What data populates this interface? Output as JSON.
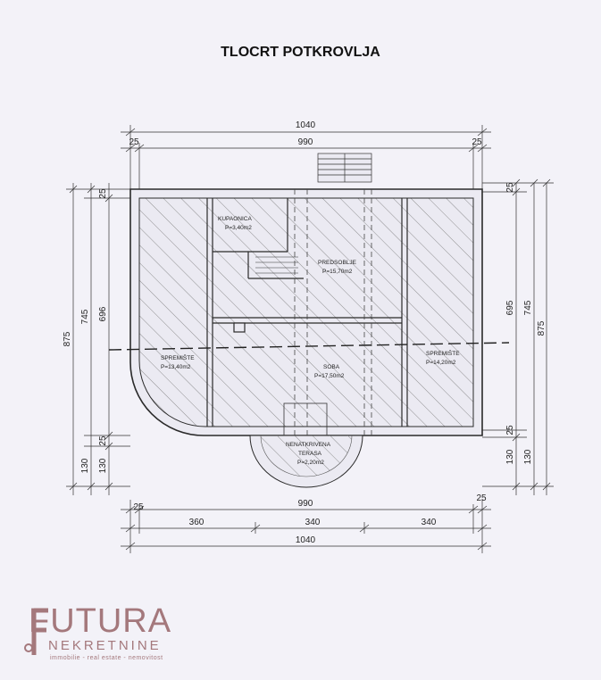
{
  "title": "TLOCRT POTKROVLJA",
  "dimensions": {
    "top_total": "1040",
    "top_inner": "990",
    "top_left_25": "25",
    "top_right_25": "25",
    "left_875": "875",
    "left_745": "745",
    "left_696": "696",
    "left_25_top": "25",
    "left_25_bottom": "25",
    "left_130_a": "130",
    "left_130_b": "130",
    "right_875": "875",
    "right_745": "745",
    "right_695": "695",
    "right_25_top": "25",
    "right_25_bottom": "25",
    "right_130_a": "130",
    "right_130_b": "130",
    "bottom_990": "990",
    "bottom_left_25": "25",
    "bottom_right_25": "25",
    "bottom_360": "360",
    "bottom_340_a": "340",
    "bottom_340_b": "340",
    "bottom_total": "1040"
  },
  "rooms": {
    "kupaonica_name": "KUPAONICA",
    "kupaonica_area": "P=3,40m2",
    "predsoblje_name": "PREDSOBLJE",
    "predsoblje_area": "P=15,70m2",
    "spremiste_left_name": "SPREMIŠTE",
    "spremiste_left_area": "P=13,40m2",
    "soba_name": "SOBA",
    "soba_area": "P=17,50m2",
    "spremiste_right_name": "SPREMIŠTE",
    "spremiste_right_area": "P=14,20m2",
    "terasa_name": "NENATKRIVENA",
    "terasa_name2": "TERASA",
    "terasa_area": "P=2,20m2"
  },
  "logo": {
    "word": "FUTURA",
    "sub": "NEKRETNINE",
    "tagline": "immobilie - real estate - nemovitost"
  },
  "colors": {
    "background": "#f3f2f8",
    "lines": "#2a2a2a",
    "logo": "#a4787c"
  }
}
